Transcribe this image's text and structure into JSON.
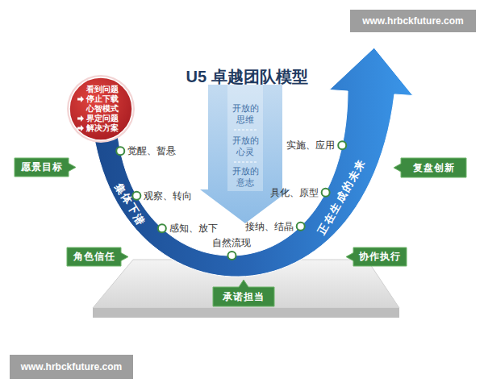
{
  "diagram": {
    "title": "U5 卓越团队模型",
    "nodes": [
      {
        "text": [
          "看到问题",
          "停止下载 心智模式",
          "界定问题",
          "解决方案"
        ]
      },
      {
        "text": [
          "开放的思维",
          "开放的心灵",
          "开放的意志"
        ]
      },
      {
        "text": [
          "集体下潜",
          "正在生成的未来"
        ]
      },
      {
        "text": [
          "愿景目标"
        ]
      },
      {
        "text": [
          "复盘创新"
        ]
      },
      {
        "text": [
          "角色信任"
        ]
      },
      {
        "text": [
          "协作执行"
        ]
      },
      {
        "text": [
          "承诺担当"
        ]
      }
    ],
    "labels": [
      "www.hrbckfuture.com",
      "觉醒、暂悬",
      "实施、应用",
      "观察、转向",
      "具化、原型",
      "感知、放下",
      "接纳、结晶",
      "自然流现",
      "www.hrbckfuture.com"
    ]
  }
}
